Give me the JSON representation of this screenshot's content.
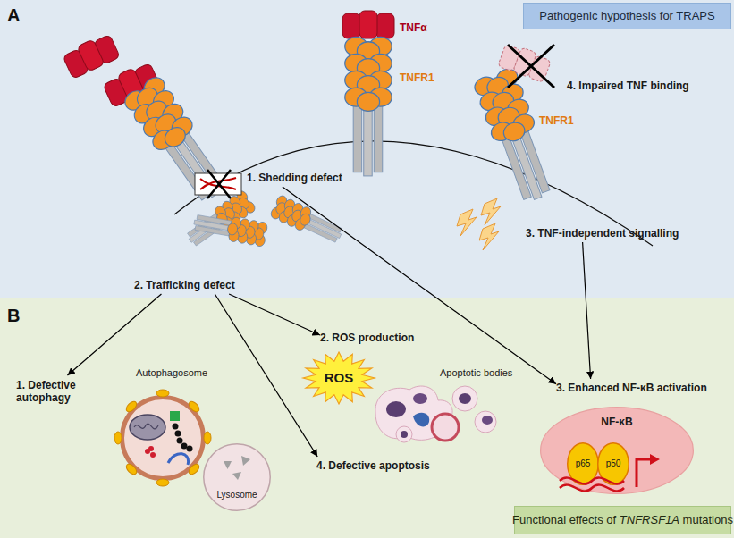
{
  "diagram": {
    "nodes": [
      {
        "text": [
          "Pathogenic hypothesis for TRAPS"
        ]
      },
      {
        "text": [
          "4. Impaired TNF binding"
        ]
      },
      {
        "text": [
          "1. Shedding defect"
        ]
      },
      {
        "text": [
          "3. TNF-independent signalling"
        ]
      },
      {
        "text": [
          "2. Trafficking defect"
        ]
      },
      {
        "text": [
          "2. ROS production"
        ]
      },
      {
        "text": [
          "ROS"
        ]
      },
      {
        "text": [
          "1. Defective autophagy"
        ]
      },
      {
        "text": [
          "Autophagosome"
        ]
      },
      {
        "text": [
          "Lysosome"
        ]
      },
      {
        "text": [
          "3. Enhanced NF-κB activation"
        ]
      },
      {
        "text": [
          "NF-κB"
        ]
      },
      {
        "text": [
          "p65"
        ],
        "in": 11
      },
      {
        "text": [
          "p50"
        ],
        "in": 11
      },
      {
        "text": [
          "4. Defective apoptosis"
        ]
      },
      {
        "text": [
          "Functional effects of TNFRSF1A mutations"
        ]
      }
    ],
    "edges": [
      {
        "from": 2,
        "to": 10,
        "arrow": "to"
      },
      {
        "from": 3,
        "to": 10,
        "arrow": "to"
      },
      {
        "from": 4,
        "to": 7,
        "arrow": "to"
      },
      {
        "from": 4,
        "to": 5,
        "arrow": "to"
      },
      {
        "from": 4,
        "to": 14,
        "arrow": "to"
      }
    ],
    "labels": [
      "A",
      "TNFα",
      "TNFR1",
      "TNFR1",
      "B",
      "Apoptotic bodies"
    ]
  }
}
